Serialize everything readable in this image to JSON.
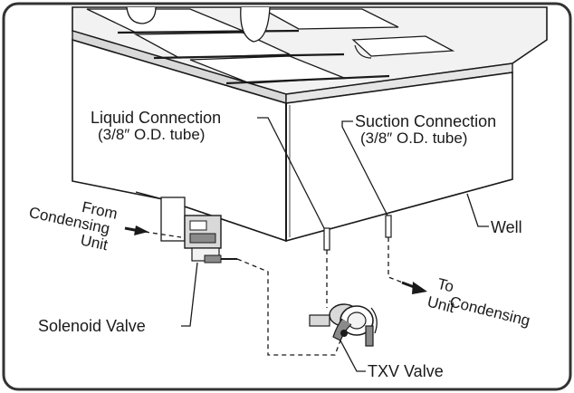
{
  "colors": {
    "ink": "#1a1a1a",
    "frame": "#333333",
    "metal_light": "#f2f2f2",
    "metal_mid": "#d9d9d9",
    "metal_dark": "#8a8a8a",
    "background": "#ffffff"
  },
  "labels": {
    "liquid_connection": {
      "title": "Liquid Connection",
      "detail": "(3/8″ O.D. tube)"
    },
    "suction_connection": {
      "title": "Suction Connection",
      "detail": "(3/8″ O.D. tube)"
    },
    "from_condensing_unit": {
      "line1": "From",
      "line2": "Condensing",
      "line3": "Unit"
    },
    "to_condensing_unit": {
      "line1": "To",
      "line2": "Condensing",
      "line3": "Unit"
    },
    "well": "Well",
    "solenoid_valve": "Solenoid Valve",
    "txv_valve": "TXV Valve"
  }
}
